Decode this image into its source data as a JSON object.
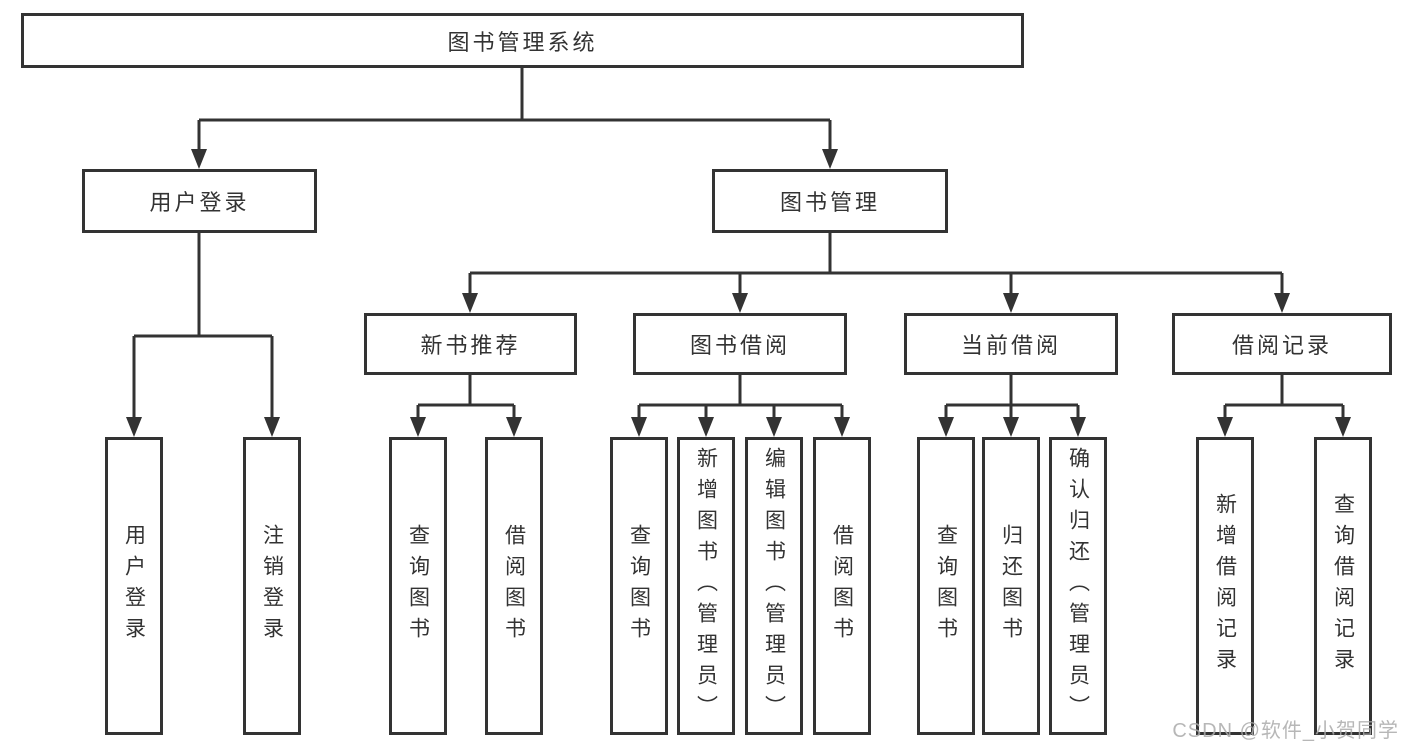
{
  "colors": {
    "stroke": "#333333",
    "text": "#333333",
    "background": "#ffffff",
    "watermark": "#ababab"
  },
  "tree": {
    "root": {
      "label": "图书管理系统"
    },
    "branches": [
      {
        "label": "用户登录",
        "children": [
          {
            "label": "用户登录"
          },
          {
            "label": "注销登录"
          }
        ]
      },
      {
        "label": "图书管理",
        "children": [
          {
            "label": "新书推荐",
            "children": [
              {
                "label": "查询图书"
              },
              {
                "label": "借阅图书"
              }
            ]
          },
          {
            "label": "图书借阅",
            "children": [
              {
                "label": "查询图书"
              },
              {
                "label": "新增图书（管理员）"
              },
              {
                "label": "编辑图书（管理员）"
              },
              {
                "label": "借阅图书"
              }
            ]
          },
          {
            "label": "当前借阅",
            "children": [
              {
                "label": "查询图书"
              },
              {
                "label": "归还图书"
              },
              {
                "label": "确认归还（管理员）"
              }
            ]
          },
          {
            "label": "借阅记录",
            "children": [
              {
                "label": "新增借阅记录"
              },
              {
                "label": "查询借阅记录"
              }
            ]
          }
        ]
      }
    ]
  },
  "watermark": {
    "text": "CSDN @软件_小贺同学"
  }
}
